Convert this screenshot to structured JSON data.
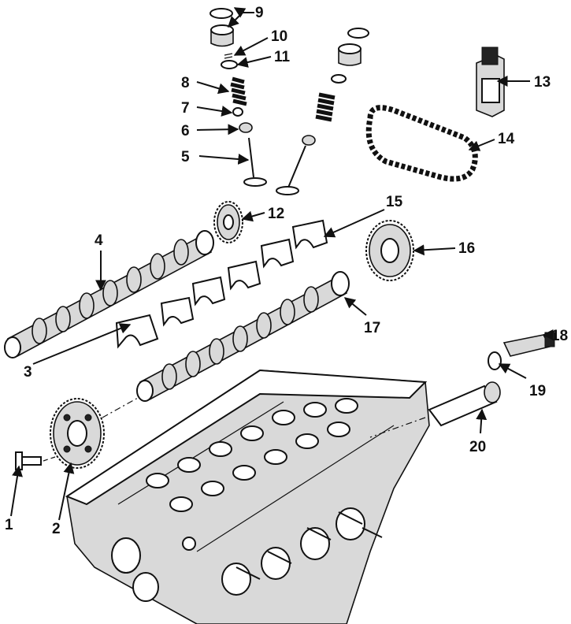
{
  "callouts": [
    {
      "id": "1",
      "label": "1"
    },
    {
      "id": "2",
      "label": "2"
    },
    {
      "id": "3",
      "label": "3"
    },
    {
      "id": "4",
      "label": "4"
    },
    {
      "id": "5",
      "label": "5"
    },
    {
      "id": "6",
      "label": "6"
    },
    {
      "id": "7",
      "label": "7"
    },
    {
      "id": "8",
      "label": "8"
    },
    {
      "id": "9",
      "label": "9"
    },
    {
      "id": "10",
      "label": "10"
    },
    {
      "id": "11",
      "label": "11"
    },
    {
      "id": "12",
      "label": "12"
    },
    {
      "id": "13",
      "label": "13"
    },
    {
      "id": "14",
      "label": "14"
    },
    {
      "id": "15",
      "label": "15"
    },
    {
      "id": "16",
      "label": "16"
    },
    {
      "id": "17",
      "label": "17"
    },
    {
      "id": "18",
      "label": "18"
    },
    {
      "id": "19",
      "label": "19"
    },
    {
      "id": "20",
      "label": "20"
    }
  ],
  "parts": [
    {
      "id": "bolt",
      "icon": "bolt-icon"
    },
    {
      "id": "cam-sprocket",
      "icon": "gear-icon"
    },
    {
      "id": "bearing-cap",
      "icon": "bearing-cap-icon"
    },
    {
      "id": "intake-camshaft",
      "icon": "camshaft-icon"
    },
    {
      "id": "valve",
      "icon": "valve-icon"
    },
    {
      "id": "valve-seat",
      "icon": "seat-icon"
    },
    {
      "id": "spring-seat",
      "icon": "seat-icon"
    },
    {
      "id": "valve-spring",
      "icon": "spring-icon"
    },
    {
      "id": "tappet",
      "icon": "tappet-icon"
    },
    {
      "id": "keeper",
      "icon": "keeper-icon"
    },
    {
      "id": "retainer",
      "icon": "retainer-icon"
    },
    {
      "id": "small-sprocket",
      "icon": "gear-icon"
    },
    {
      "id": "chain-tensioner",
      "icon": "tensioner-icon"
    },
    {
      "id": "timing-chain",
      "icon": "chain-icon"
    },
    {
      "id": "cam-caps",
      "icon": "bearing-cap-icon"
    },
    {
      "id": "vvt-actuator",
      "icon": "actuator-icon"
    },
    {
      "id": "exhaust-camshaft",
      "icon": "camshaft-icon"
    },
    {
      "id": "sensor",
      "icon": "sensor-icon"
    },
    {
      "id": "o-ring",
      "icon": "o-ring-icon"
    },
    {
      "id": "control-valve",
      "icon": "solenoid-icon"
    },
    {
      "id": "cylinder-head",
      "icon": "cylinder-head-icon"
    }
  ]
}
